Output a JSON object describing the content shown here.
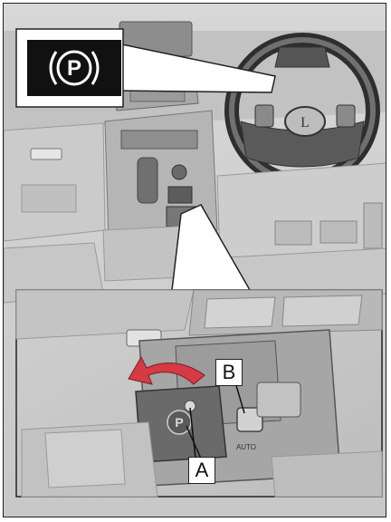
{
  "figure": {
    "callouts": {
      "a": "A",
      "b": "B"
    },
    "switch_text": {
      "park_symbol": "P",
      "auto": "AUTO"
    },
    "icon_names": [
      "parking-brake-indicator-icon",
      "lexus-emblem-icon",
      "rotate-arrow-icon"
    ],
    "colors": {
      "frame": "#222222",
      "interior_light": "#dcdcdc",
      "interior_mid": "#b9b9b9",
      "interior_dark": "#7a7a7a",
      "arrow_red": "#d63a45",
      "indicator_bg": "#111111"
    }
  }
}
